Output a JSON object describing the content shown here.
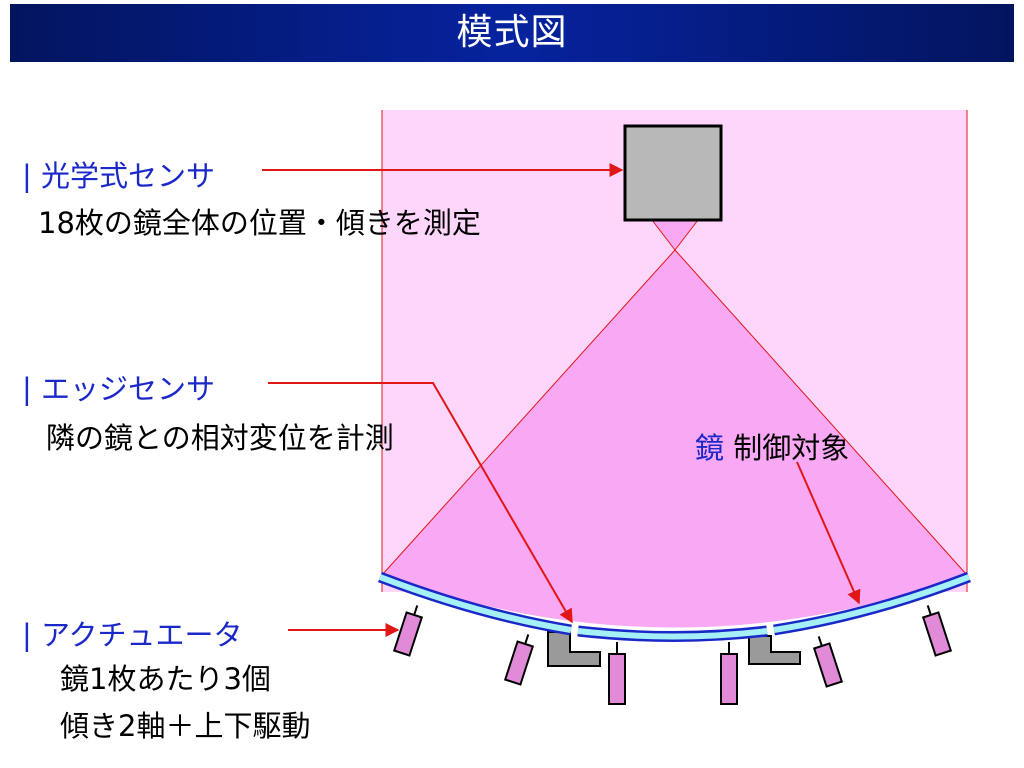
{
  "title": "模式図",
  "labels": {
    "optical_sensor": {
      "marker": "|",
      "head": "光学式センサ",
      "desc": "18枚の鏡全体の位置・傾きを測定"
    },
    "edge_sensor": {
      "marker": "|",
      "head": "エッジセンサ",
      "desc": "隣の鏡との相対変位を計測"
    },
    "actuator": {
      "marker": "|",
      "head": "アクチュエータ",
      "desc_line1": "鏡1枚あたり3個",
      "desc_line2": "傾き2軸＋上下駆動"
    },
    "mirror": {
      "word": "鏡",
      "desc": "制御対象"
    }
  },
  "colors": {
    "title_bar": "#06239f",
    "pink_region": "#ffd6fb",
    "pink_cone": "#f9a8f3",
    "mirror_fill": "#a5f0f6",
    "mirror_edge": "#1a28c8",
    "actuator_fill": "#e18ad8",
    "sensor_fill": "#b8b8b8",
    "arrow": "#e11616"
  }
}
